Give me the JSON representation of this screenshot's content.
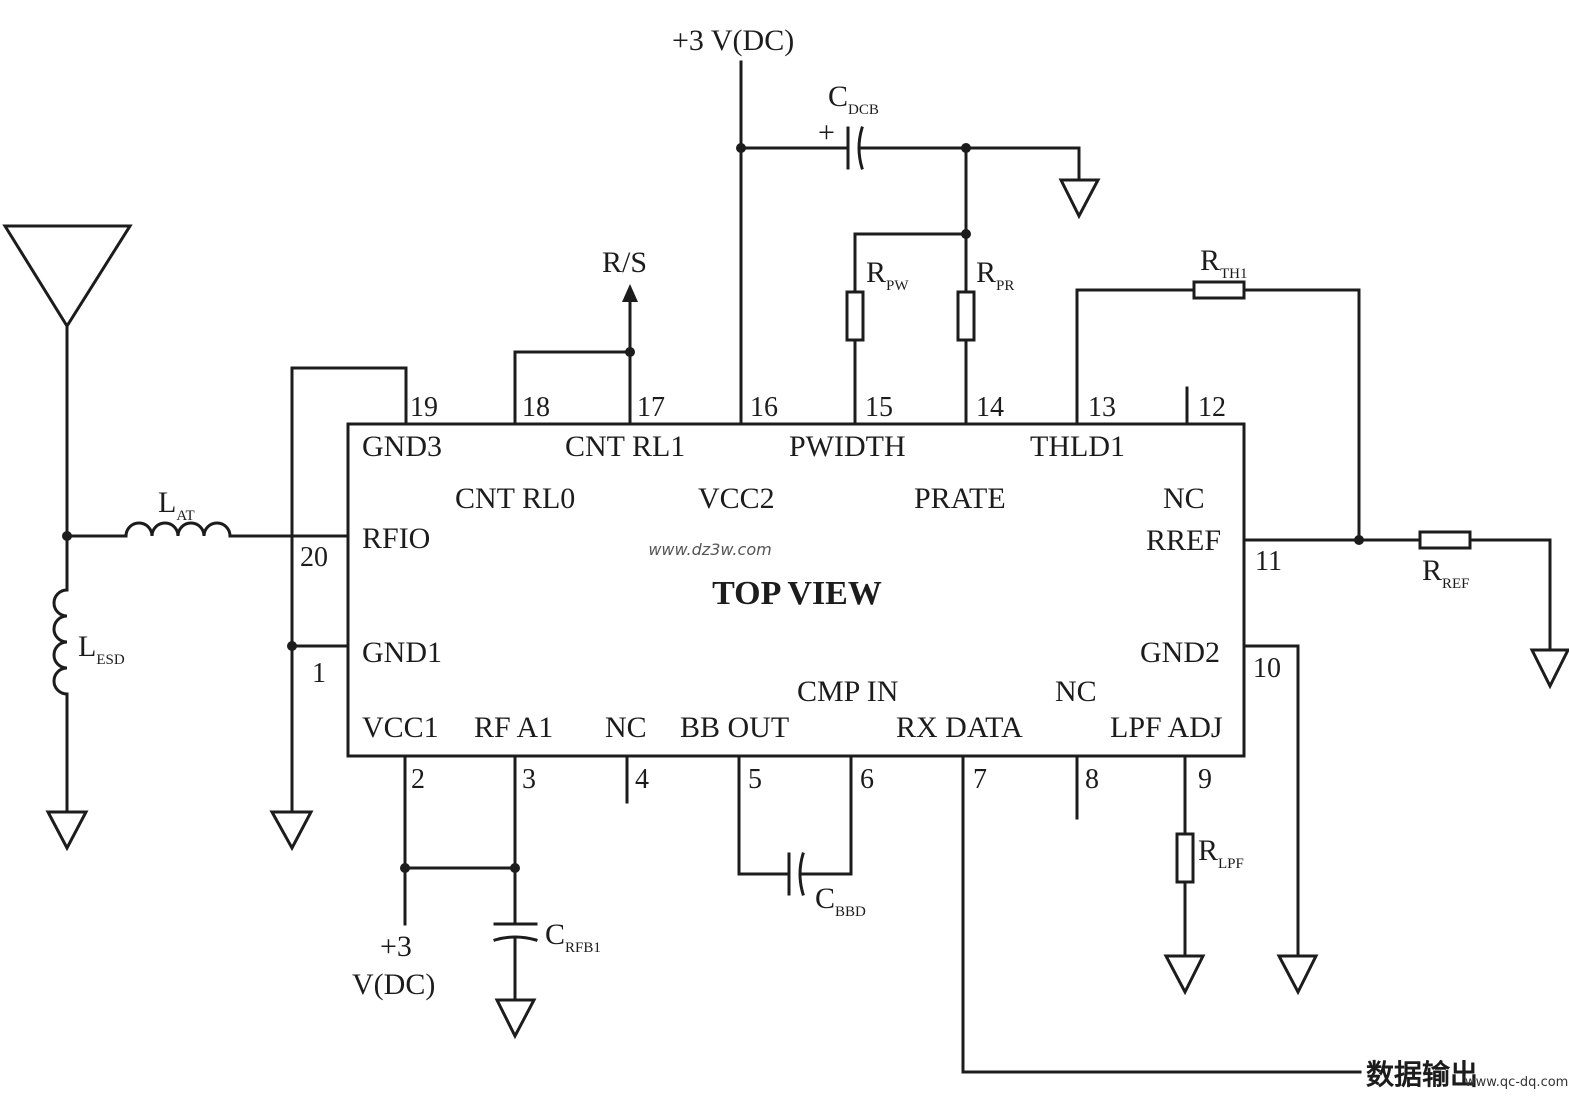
{
  "chip": {
    "view_label": "TOP VIEW",
    "pins": {
      "p1": "1",
      "p2": "2",
      "p3": "3",
      "p4": "4",
      "p5": "5",
      "p6": "6",
      "p7": "7",
      "p8": "8",
      "p9": "9",
      "p10": "10",
      "p11": "11",
      "p12": "12",
      "p13": "13",
      "p14": "14",
      "p15": "15",
      "p16": "16",
      "p17": "17",
      "p18": "18",
      "p19": "19",
      "p20": "20"
    },
    "signals": {
      "gnd3": "GND3",
      "cnt_rl1": "CNT RL1",
      "pwidth": "PWIDTH",
      "thld1": "THLD1",
      "cnt_rl0": "CNT RL0",
      "vcc2": "VCC2",
      "prate": "PRATE",
      "nc_top": "NC",
      "rfio": "RFIO",
      "rref": "RREF",
      "gnd1": "GND1",
      "gnd2": "GND2",
      "cmp_in": "CMP IN",
      "nc_mid": "NC",
      "vcc1": "VCC1",
      "rf_a1": "RF A1",
      "nc_bot": "NC",
      "bb_out": "BB OUT",
      "rx_data": "RX DATA",
      "lpf_adj": "LPF ADJ"
    }
  },
  "components": {
    "l_at": {
      "main": "L",
      "sub": "AT"
    },
    "l_esd": {
      "main": "L",
      "sub": "ESD"
    },
    "c_dcb": {
      "main": "C",
      "sub": "DCB"
    },
    "r_pw": {
      "main": "R",
      "sub": "PW"
    },
    "r_pr": {
      "main": "R",
      "sub": "PR"
    },
    "r_th1": {
      "main": "R",
      "sub": "TH1"
    },
    "r_ref": {
      "main": "R",
      "sub": "REF"
    },
    "r_lpf": {
      "main": "R",
      "sub": "LPF"
    },
    "c_bbd": {
      "main": "C",
      "sub": "BBD"
    },
    "c_rfb1": {
      "main": "C",
      "sub": "RFB1"
    },
    "c_dcb_polarity": "+"
  },
  "labels": {
    "supply_top": "+3 V(DC)",
    "supply_bottom_line1": "+3",
    "supply_bottom_line2": "V(DC)",
    "rs": "R/S",
    "data_output": "数据输出"
  },
  "watermarks": {
    "center": "www.dz3w.com",
    "corner": "www.qc-dq.com"
  }
}
